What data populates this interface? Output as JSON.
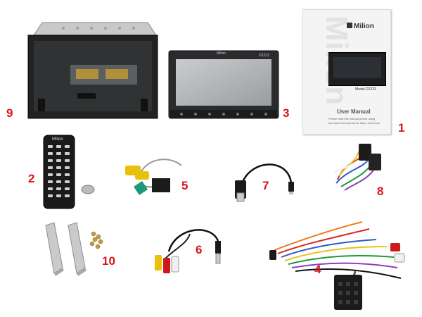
{
  "manual": {
    "brand": "Milion",
    "model": "Model D2223",
    "title": "User Manual",
    "line1": "Please read this manual before using",
    "line2": "and save this manual for future reference",
    "watermark": "Milion"
  },
  "head_unit": {
    "brand": "Milion",
    "model": "D2223"
  },
  "remote": {
    "brand": "Milion"
  },
  "labels": {
    "l1": "1",
    "l2": "2",
    "l3": "3",
    "l4": "4",
    "l5": "5",
    "l6": "6",
    "l7": "7",
    "l8": "8",
    "l9": "9",
    "l10": "10"
  },
  "colors": {
    "label": "#d8141c",
    "rca_yellow": "#e8c20a",
    "rca_red": "#cc1a1a",
    "rca_white": "#f0f0f0",
    "connector_green": "#1a9a7a"
  }
}
